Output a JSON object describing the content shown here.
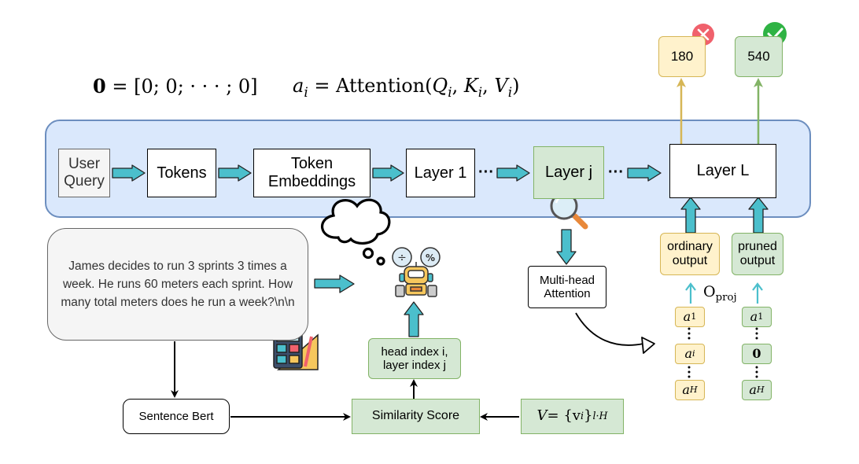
{
  "formulas": {
    "zero_vector": {
      "lhs": "0",
      "rhs": "= [0; 0; · · · ; 0]"
    },
    "attention": {
      "var": "a",
      "sub": "i",
      "rhs_pre": " = Attention(",
      "args": [
        "Q",
        "K",
        "V"
      ],
      "arg_sub": "i",
      "rhs_post": ")"
    }
  },
  "pipeline": {
    "user_query": "User Query",
    "tokens": "Tokens",
    "token_embeddings": "Token Embeddings",
    "layer_1": "Layer 1",
    "ellipsis": "···",
    "layer_j": "Layer j",
    "layer_L": "Layer L"
  },
  "outputs": {
    "wrong_answer": "180",
    "correct_answer": "540",
    "ordinary_output": "ordinary output",
    "pruned_output": "pruned output",
    "o_proj": {
      "base": "O",
      "sub": "proj"
    }
  },
  "attention_column_ordinary": [
    {
      "var": "a",
      "sub": "1"
    },
    {
      "var": "a",
      "sub": "i"
    },
    {
      "var": "a",
      "sub": "H"
    }
  ],
  "attention_column_pruned": [
    {
      "var": "a",
      "sub": "1"
    },
    {
      "var": "0",
      "sub": ""
    },
    {
      "var": "a",
      "sub": "H"
    }
  ],
  "query_text": "James decides to run 3 sprints 3 times a week.  He runs 60 meters each sprint.  How many total meters does he run a week?\\n\\n",
  "multi_head_attention": "Multi-head Attention",
  "head_index": "head index i, layer index j",
  "sentence_bert": "Sentence Bert",
  "similarity_score": "Similarity Score",
  "value_set": {
    "lhs": "V",
    "rhs": " = {v",
    "sub": "i",
    "rbrace": "}",
    "sup": "l·H"
  },
  "icons": [
    "cross-icon",
    "check-icon",
    "magnifier-icon",
    "thought-cloud-icon",
    "robot-icon",
    "calculator-icon"
  ],
  "colors": {
    "pipeline_bg": "#dae8fc",
    "pipeline_border": "#6c8ebf",
    "green_fill": "#d5e8d4",
    "green_border": "#82b366",
    "yellow_fill": "#fff2cc",
    "yellow_border": "#d6b656",
    "arrow_teal": "#4bbfcc",
    "cross_red": "#f0616c",
    "check_green": "#2fb344"
  }
}
